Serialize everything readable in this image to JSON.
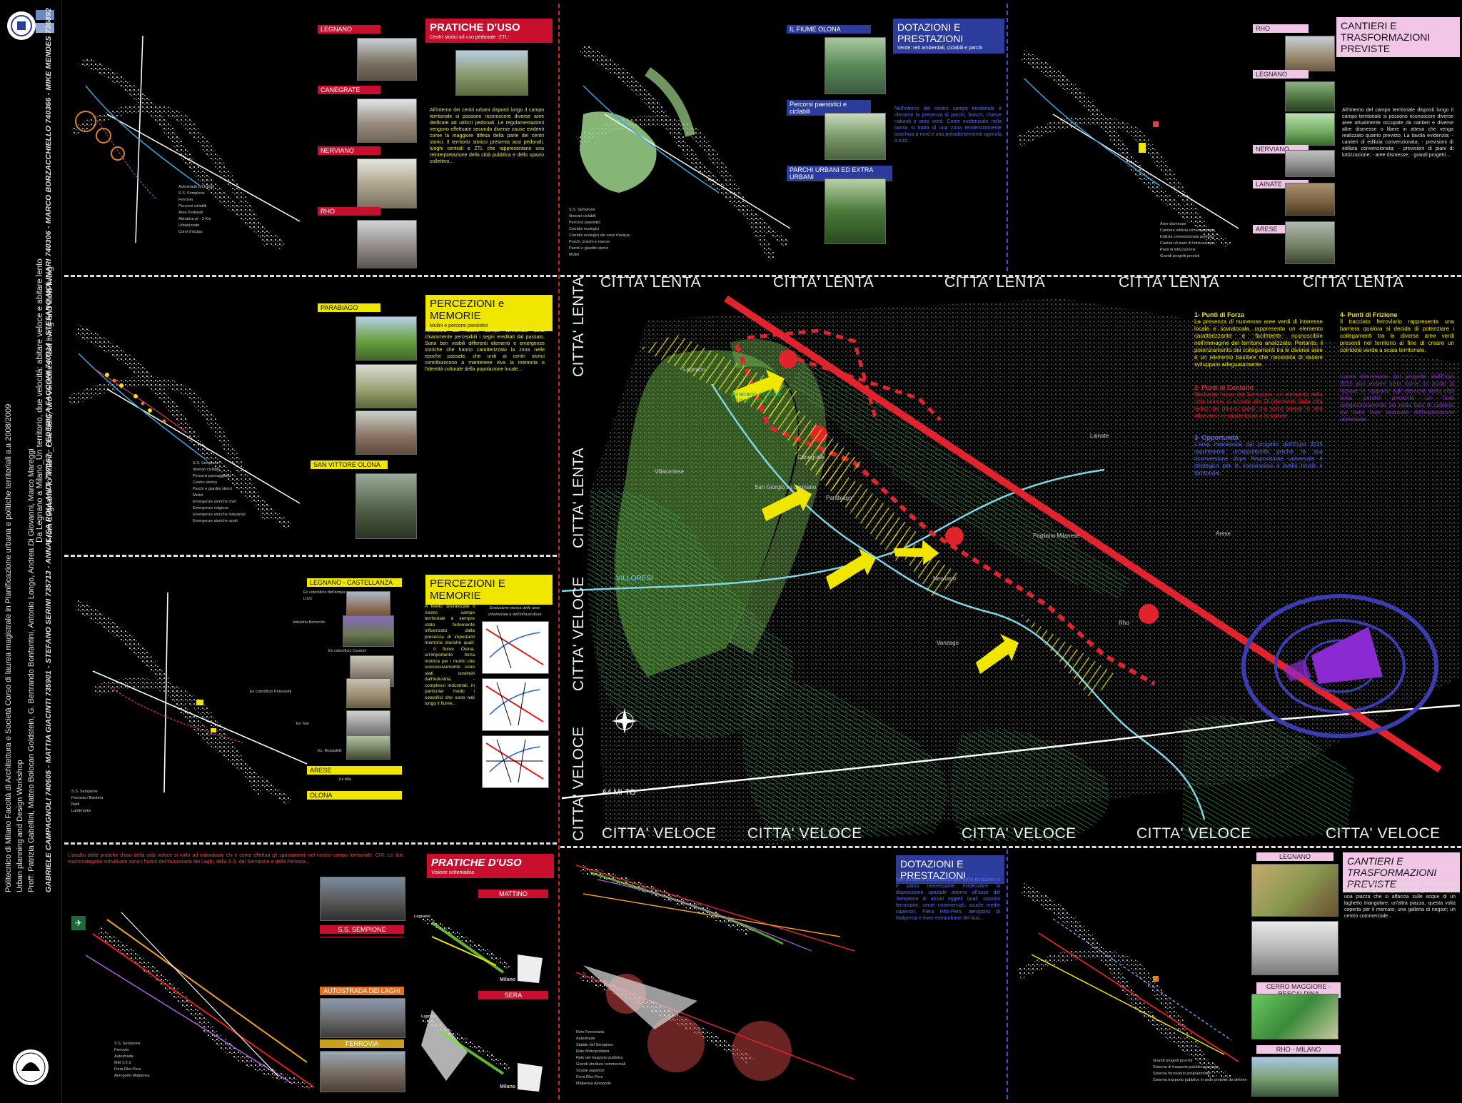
{
  "sidebar": {
    "institution": "Politecnico di Milano   Facoltà di Architettura e Società   Corso di laurea magistrale in Pianificazione urbana e politiche territoriali a.a 2008/2009",
    "workshop": "Urban planning and Design Workshop",
    "profs": "Proff: Patrizia Gabellini, Matteo Bolocan Goldstein, G. Bertrando Bonfantini, Antonio Longo, Andrea Di Giovanni, Marco Mareggi",
    "students_line1": "GABRIELE CAMPAGNOLI 740605 - MATTIA GIACINTI 735901 - STEFANO SERINI 735713 - ANNALISA ROLLANDI 737163 - FEDERICA FACCONI 740314 - STEFANO MOLINARI 740306 - MARCO BORZACCHIELLO 740366 - MIKE MENDES 736892",
    "title_it": "Da Legnano a Milano_Un territorio, due velocità: abitare veloce e abitare lento",
    "title_en": "From Legnano To Milano_One field, two velocities: fast living and slow living"
  },
  "panels": {
    "p1": {
      "title": "PRATICHE D'USO",
      "subtitle": "Centri storici ad uso pedonale -ZTL-",
      "labels": [
        "LEGNANO",
        "CANEGRATE",
        "NERVIANO",
        "RHO"
      ],
      "text": "All'interno dei centri urbani disposti lungo il campo territoriale si possono riconoscere diverse aree dedicate ad utilizzi pedonali. Le regolamentazioni vengono effettuate secondo diverse cause evidenti come la maggiore difesa della parte dei centri storici. Il territorio storico presenta assi pedonali, luoghi centrali e ZTL che rappresentano una reinterpretazione della città pubblica e dello spazio collettivo...",
      "legend": [
        "Autostrade principali",
        "S.S. Sempione",
        "Ferrovia",
        "Percorsi ciclabili",
        "Aree Pedonali",
        "Attrattiva pt - 3 Km",
        "Urbanizzato",
        "Corsi d'acqua"
      ]
    },
    "p2": {
      "title": "PERCEZIONI e MEMORIE",
      "subtitle": "Mulini e percorsi paesistici",
      "labels": [
        "PARABIAGO",
        "SAN VITTORE OLONA"
      ],
      "text": "All'interno del nostro campo territoriale sono chiaramente percepibili i segni ereditati dal passato. Sono ben visibili differenti elementi e emergenze storiche che hanno caratterizzato la zona nelle epoche passate, che uniti ai centri storici contribuiscono a mantenere viva la memoria e l'identità culturale della popolazione locale...",
      "legend": [
        "S.S. Sempione",
        "Itinerari ciclabili",
        "Percorsi paesaggistici",
        "Centro storico",
        "Parchi e giardini storici",
        "Mulini",
        "Emergenze storiche civili",
        "Emergenze religiose",
        "Emergenze storiche industriali",
        "Emergenze storiche rurali"
      ]
    },
    "p3": {
      "title": "PERCEZIONI E MEMORIE",
      "labels": [
        "LEGNANO - CASTELLANZA",
        "Ex cotonificio dell'acqua ora LIUC",
        "Industria Bertocchi",
        "Ex cotonificio Cantoni",
        "Ex cotonificio Peressotti",
        "Ex Tosi",
        "Ex. Brusadelli",
        "ARESE",
        "Ex Alfa",
        "OLONA"
      ],
      "chart_caption": "Evoluzione storica delle aree urbanizzate e dell'infrastrutture",
      "text": "A livello sovralocale il nostro campo territoriale è sempre stato fortemente influenzato dalla presenza di importanti memorie storiche quali: - il fiume Olona, un'importante forza motrice per i mulini che successivamente sono stati sostituiti dall'industria; - complessi industriali, in particolar modo i cotonifici che sono nati lungo il fiume...",
      "legend": [
        "S.S. Sempione",
        "Ferrovia / Barriera",
        "Nodi",
        "Landmarks"
      ]
    },
    "p4": {
      "title": "PRATICHE D'USO",
      "subtitle": "Visione schematica",
      "labels": [
        "S.S. SEMPIONE",
        "AUTOSTRADA DEI LAGHI",
        "FERROVIA",
        "MATTINO",
        "SERA",
        "Milano",
        "Milano",
        "Legnano",
        "Legnano"
      ],
      "text": "L'analisi delle pratiche d'uso della città veloce si volto ad individuare chi e come effettua gli spostamenti nel nostro campo territoriale. CHI: Le due macrocategorie individuate sono i fruitori dell'Autostrada dei Laghi, della S.S. del Sempione e della Ferrovia...",
      "legend": [
        "S.S. Sempione",
        "Ferrovia",
        "Autostrada",
        "MM 1-2-3",
        "Fiera Rho-Pero",
        "Aeroporto Malpensa"
      ]
    },
    "p5": {
      "title": "DOTAZIONI E PRESTAZIONI",
      "subtitle": "Verde: reti ambientali, ciclabili e parchi",
      "labels": [
        "IL FIUME OLONA",
        "Percorsi paesistici e ciclabili",
        "PARCHI URBANI ED EXTRA URBANI"
      ],
      "text": "Nell'interno del nostro campo territoriale è rilevante la presenza di parchi, boschi, riserve naturali e aree verdi. Come evidenziato nella tavola si tratta di una zona tendenzialmente boschiva a nord e una prevalentemente agricola a sud...",
      "legend": [
        "S.S. Sempione",
        "Itinerari ciclabili",
        "Percorsi paesistici",
        "Corridoi ecologici",
        "Corridoi ecologici dei corsi d'acqua",
        "Parchi, boschi e riserve",
        "Parchi e giardini storici",
        "Mulini"
      ]
    },
    "p6": {
      "title": "CANTIERI E TRASFORMAZIONI PREVISTE",
      "labels": [
        "RHO",
        "LEGNANO",
        "NERVIANO",
        "LAINATE",
        "ARESE"
      ],
      "text": "All'interno del campo territoriale disposti lungo il campo territoriale si possono riconoscere diverse aree attualmente occupate da cantieri e diverse altre dismesse o libere in attesa che venga realizzato quanto previsto. La tavola evidenzia: - cantieri di edilizia convenzionata; - previsioni di edilizia convenzionata; - previsioni di piani di lottizzazione; - aree dismesse; - grandi progetti...",
      "legend": [
        "Aree dismesse",
        "Cantiere edilizia convenzionata",
        "Edilizia convenzionata prevista",
        "Cantieri di piani di lottizzazione",
        "Piani di lottizzazione",
        "Grandi progetti previsti"
      ]
    },
    "p7": {
      "title": "DOTAZIONI E PRESTAZIONI",
      "text": "Nell'analisi a scala territoriale delle dotazioni ci è parso interessante evidenziare la disposizione spaziale attorno all'asse del Sempione di alcuni oggetti quali: stazioni ferroviarie, centri commerciali, scuole medie superiori, Fiera Rho-Pero, aeroporto di Malpensa e linee extraurbane dei bus...",
      "legend": [
        "Rete Ferroviaria",
        "Autostrade",
        "Statale del Sempione",
        "Rete Metropolitana",
        "Rete del trasporto pubblico",
        "Grandi strutture commerciali",
        "Scuole superiori",
        "Fiera Rho-Pero",
        "Malpensa Aeroporto"
      ]
    },
    "p8": {
      "title": "CANTIERI E TRASFORMAZIONI PREVISTE",
      "labels": [
        "LEGNANO",
        "CERRO MAGGIORE - RESCALDINA",
        "RHO - MILANO"
      ],
      "text": "Area ex-Cantoni: Il progetto di Renzo Piano prevede un grande giardino con giochi d'acqua; una piazza che si affaccia sulle acque di un laghetto triangolare; un'altra piazza, questa volta coperta per il mercato; una galleria di negozi; un centro commerciale...",
      "legend": [
        "Grandi progetti previsti",
        "Sistema di trasporto pubblico previsto",
        "Sistema ferroviario programmato",
        "Sistema trasporto pubblico in sede protetta da definire"
      ]
    }
  },
  "central_map": {
    "top_labels": [
      "CITTA' LENTA",
      "CITTA' LENTA",
      "CITTA' LENTA",
      "CITTA' LENTA",
      "CITTA' LENTA"
    ],
    "bottom_labels": [
      "CITTA' VELOCE",
      "CITTA' VELOCE",
      "CITTA' VELOCE",
      "CITTA' VELOCE",
      "CITTA' VELOCE"
    ],
    "left_labels": [
      "CITTA' LENTA",
      "CITTA' LENTA",
      "CITTA' VELOCE",
      "CITTA' VELOCE"
    ],
    "places": [
      "Legnano",
      "Canegrate",
      "San Giorgio su Legnano",
      "Villacortese",
      "Parabiago",
      "Nerviano",
      "Lainate",
      "Pogliano Milanese",
      "Vanzago",
      "Rho",
      "Arese"
    ],
    "itinerary": "Itinerario ciclabile Milano ovest",
    "river": "VILLORESI",
    "highway": "A4 MI-TO",
    "points": [
      {
        "title": "1- Punti di Forza",
        "text": "La presenza di numerose aree verdi di interesse locale e sovralocale, rappresenta un elemento caratterizzante e facilmente riconoscibile nell'immagine del territorio analizzato. Pertanto, il potenziamento dei collegamenti tra le diverse aree è un elemento basilare che necessita di essere sviluppato adeguatamente."
      },
      {
        "title": "2- Punti di Contatto",
        "text": "Mediante l'asse del Sempione, un elemento della città veloce, si accede alle Zil (elemento della città lenta) dei diversi paesi che sono messe in rete attarverso le strade locali e la statale."
      },
      {
        "title": "3- Opportunità",
        "text": "L'area interessata dal progetto dell'Expò 2015 rappresenta un'opportunità poichè la sua riconversione dopo l'esposizione universale è strategica per le connessioni a livello locale e territoriale."
      },
      {
        "title": "4- Punti di Frizione",
        "text": "Il tracciato ferroviario rappresenta una barriera qualora si decida di potenziare i collegamenti tra le diverse aree verdi presenti nel territorio al fine di creare un corridoio verde a scala territoriale."
      },
      {
        "title": "",
        "text": "L'area interessata dal progetto dell'Expò 2015 può essere vista come un punto di frizione in rapporto agli elementi della città lenta perchè presenta un forte congestionamento sia nella fase di cantiere sia nella fase avanzata dell'esposizione universale."
      }
    ]
  },
  "colors": {
    "red": "#c8102e",
    "yellow": "#f0e600",
    "blue": "#2c3c9c",
    "pink": "#f2c6e6",
    "green": "#2fa24a",
    "cyan": "#7fd6e6",
    "purple": "#8a2ad0"
  }
}
